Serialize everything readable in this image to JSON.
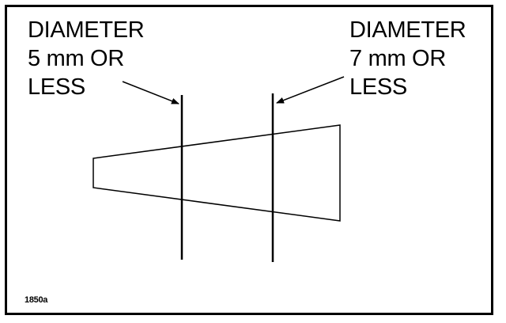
{
  "labels": {
    "left": {
      "line1": "DIAMETER",
      "line2": "5 mm OR",
      "line3": "LESS"
    },
    "right": {
      "line1": "DIAMETER",
      "line2": "7 mm OR",
      "line3": "LESS"
    }
  },
  "figure_id": "1850a",
  "colors": {
    "ink": "#000000",
    "background": "#ffffff"
  }
}
